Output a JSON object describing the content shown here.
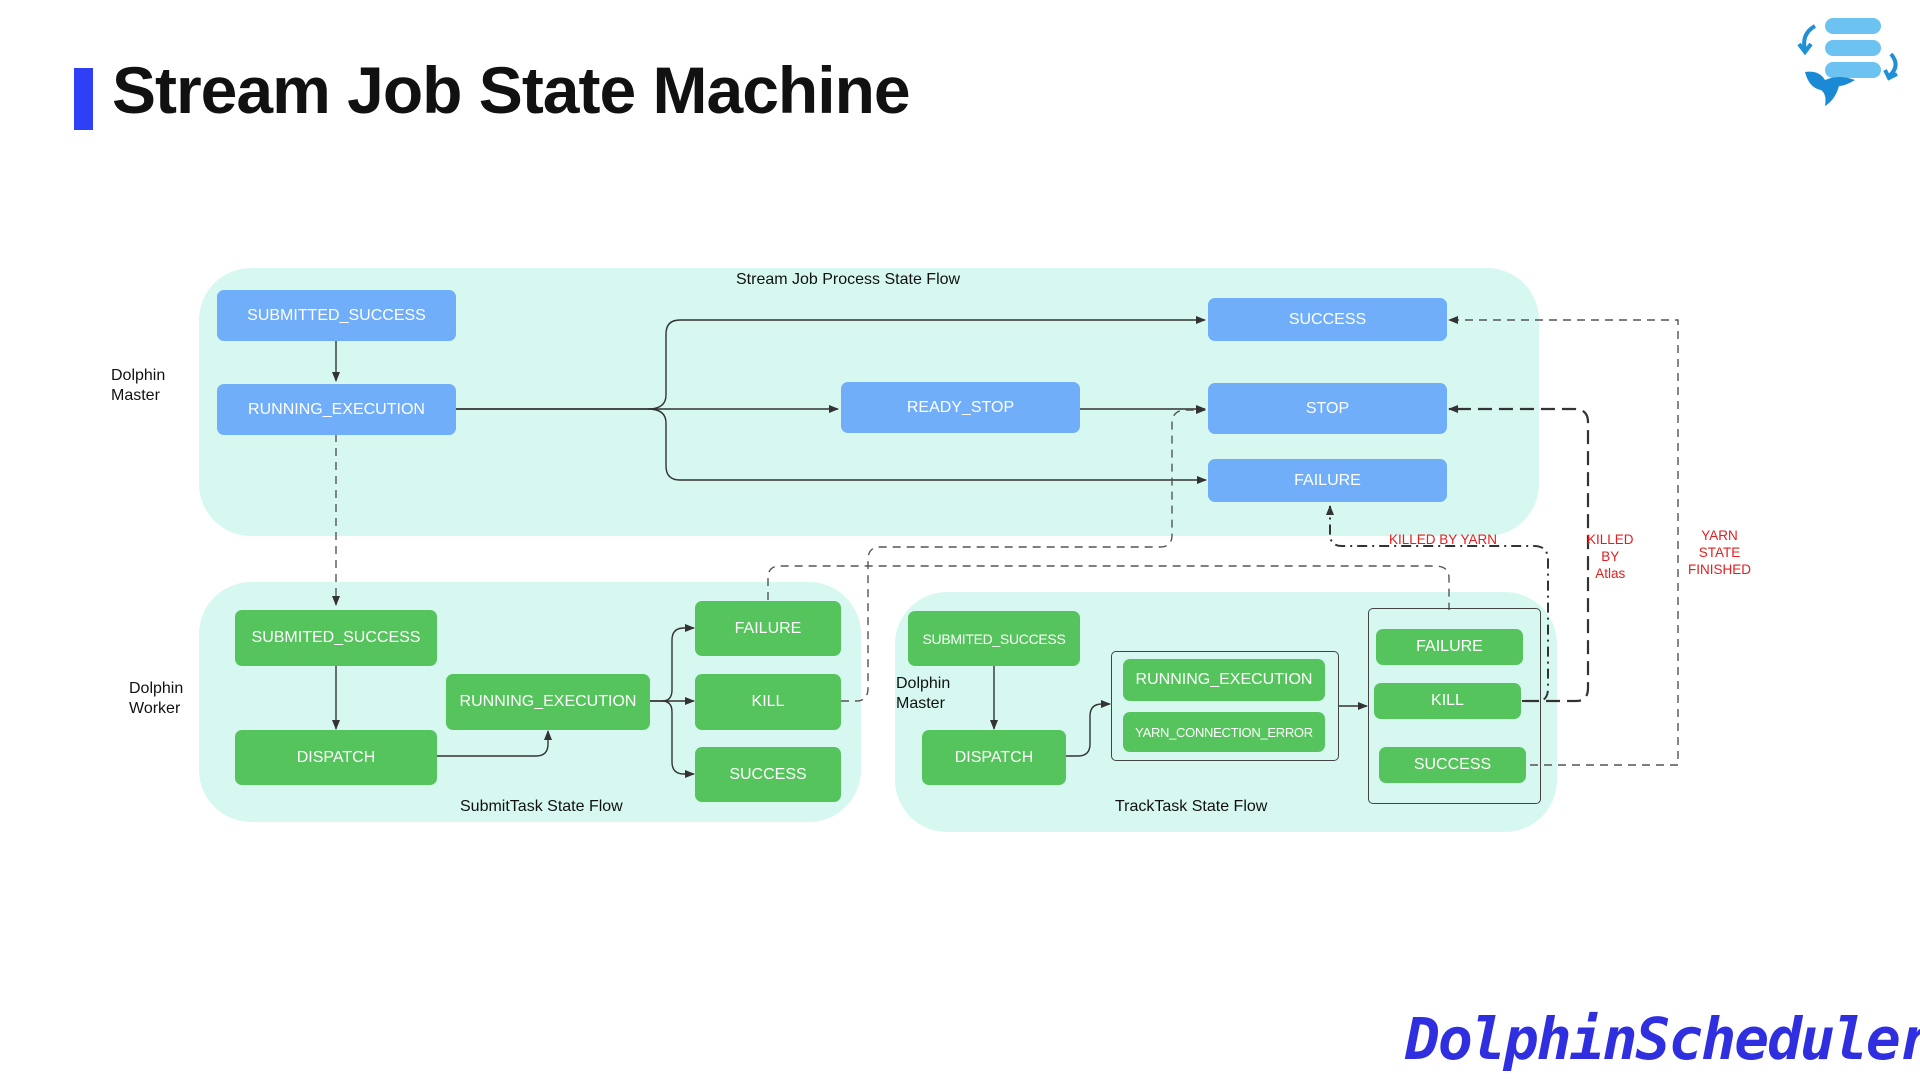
{
  "header": {
    "title": "Stream Job State Machine"
  },
  "brand": {
    "wordmark": "DolphinScheduler",
    "logo_icon": "dolphin-database-icon"
  },
  "colors": {
    "accent_bar": "#2f3ff5",
    "region_fill": "#d6f8f1",
    "master_node": "#70aef9",
    "worker_node": "#55c45c",
    "annotation": "#e02020"
  },
  "sides": {
    "master": "Dolphin\nMaster",
    "worker": "Dolphin\nWorker",
    "track_master": "Dolphin\nMaster"
  },
  "regions": {
    "process": "Stream Job Process State Flow",
    "submit": "SubmitTask State Flow",
    "track": "TrackTask State Flow"
  },
  "process_nodes": {
    "submitted_success": "SUBMITTED_SUCCESS",
    "running_execution": "RUNNING_EXECUTION",
    "ready_stop": "READY_STOP",
    "success": "SUCCESS",
    "stop": "STOP",
    "failure": "FAILURE"
  },
  "submit_nodes": {
    "submited_success": "SUBMITED_SUCCESS",
    "dispatch": "DISPATCH",
    "running_execution": "RUNNING_EXECUTION",
    "failure": "FAILURE",
    "kill": "KILL",
    "success": "SUCCESS"
  },
  "track_nodes": {
    "submited_success": "SUBMITED_SUCCESS",
    "dispatch": "DISPATCH",
    "running_execution": "RUNNING_EXECUTION",
    "yarn_connection_error": "YARN_CONNECTION_ERROR",
    "failure": "FAILURE",
    "kill": "KILL",
    "success": "SUCCESS"
  },
  "annotations": {
    "killed_by_yarn": "KILLED BY YARN",
    "killed_by_atlas": "KILLED\nBY\nAtlas",
    "yarn_state_finished": "YARN\nSTATE\nFINISHED"
  }
}
